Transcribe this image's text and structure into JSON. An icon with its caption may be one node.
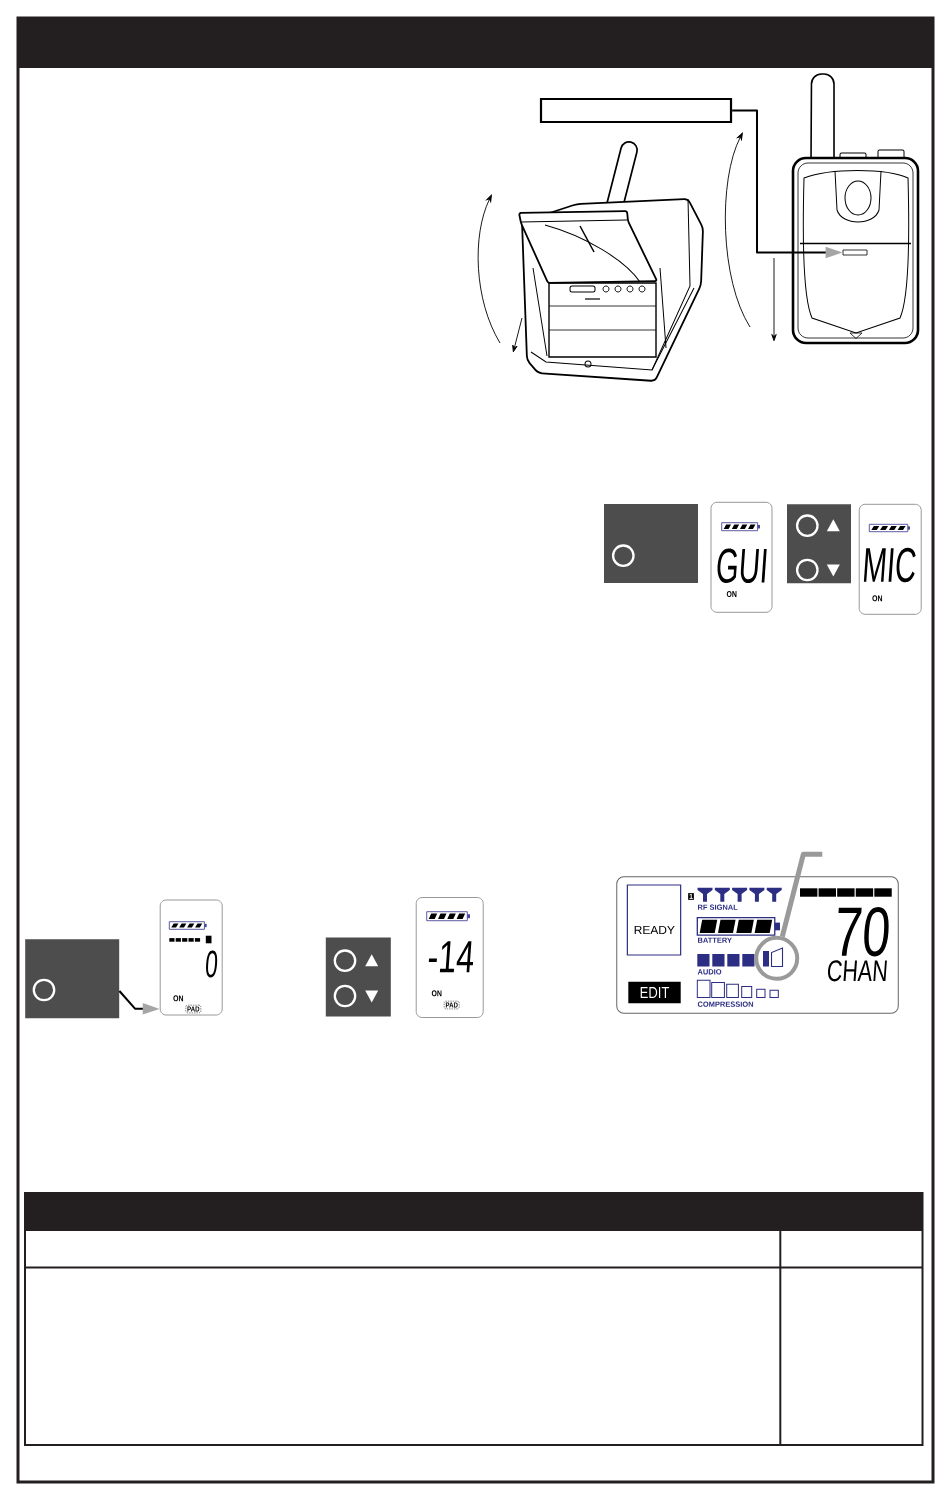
{
  "diagram": {
    "nodes": [
      {
        "text": [],
        "shape": "bar"
      },
      {
        "text": [],
        "shape": "box"
      },
      {
        "text": [],
        "shape": "bar"
      },
      {
        "text": [],
        "shape": "box"
      },
      {
        "text": [
          "GUI",
          "ON"
        ]
      },
      {
        "text": [],
        "shape": "box"
      },
      {
        "text": [
          "MIC",
          "ON"
        ]
      },
      {
        "text": [],
        "shape": "box"
      },
      {
        "text": [
          "0",
          "ON",
          "PAD"
        ]
      },
      {
        "text": [],
        "shape": "box"
      },
      {
        "text": [
          "-14",
          "ON",
          "PAD"
        ]
      },
      {
        "text": [
          "1",
          "RF SIGNAL",
          "BATTERY",
          "AUDIO",
          "COMPRESSION",
          "70",
          "CHAN"
        ]
      },
      {
        "text": [
          "READY"
        ],
        "in": 11
      },
      {
        "text": [
          "EDIT"
        ],
        "in": 11
      },
      {
        "text": [],
        "shape": "circle",
        "in": 11
      }
    ],
    "edges": [
      {
        "from": 1,
        "to": 2,
        "arrow": "to"
      },
      {
        "from": 7,
        "to": 8,
        "arrow": "to"
      },
      {
        "from": null,
        "to": 14,
        "arrow": "none",
        "style": "thick",
        "color": "#9a9a9a"
      }
    ]
  }
}
